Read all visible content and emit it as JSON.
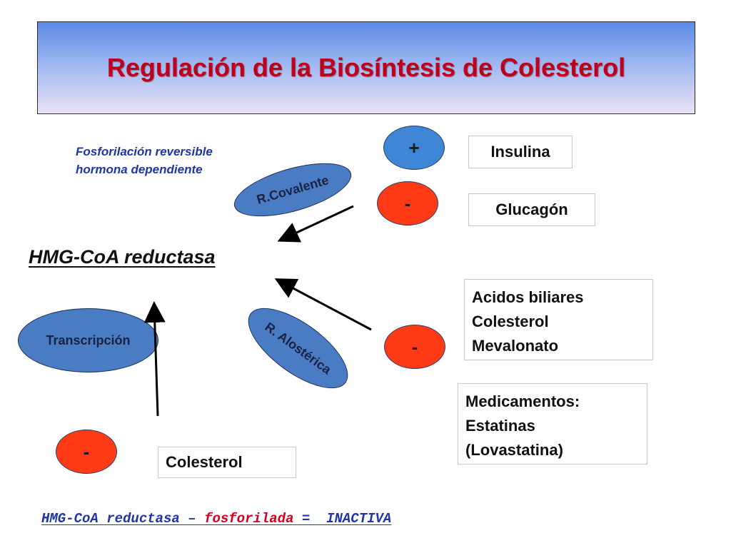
{
  "title": "Regulación de la Biosíntesis de Colesterol",
  "note": [
    "Fosforilación reversible",
    "hormona dependiente"
  ],
  "enzyme": "HMG-CoA reductasa",
  "signs": {
    "plus": "+",
    "minus": "-"
  },
  "ovals": {
    "covalent": "R.Covalente",
    "allosteric": "R. Alostérica",
    "transcription": "Transcripción"
  },
  "boxes": {
    "insulin": "Insulina",
    "glucagon": "Glucagón",
    "allosteric_inhibitors": [
      "Acidos biliares",
      "Colesterol",
      "Mevalonato"
    ],
    "drugs": [
      "Medicamentos:",
      "Estatinas",
      "(Lovastatina)"
    ],
    "cholesterol": "Colesterol"
  },
  "footer": {
    "part1": "HMG-CoA reductasa",
    "dash": " – ",
    "part2": "fosforilada",
    "part3": " =  INACTIVA"
  },
  "colors": {
    "title_text": "#c0001a",
    "note_text": "#1f35a8",
    "plus_circle": "#3f86d6",
    "minus_circle": "#ff3a14",
    "oval_fill": "#4a7cc3"
  }
}
